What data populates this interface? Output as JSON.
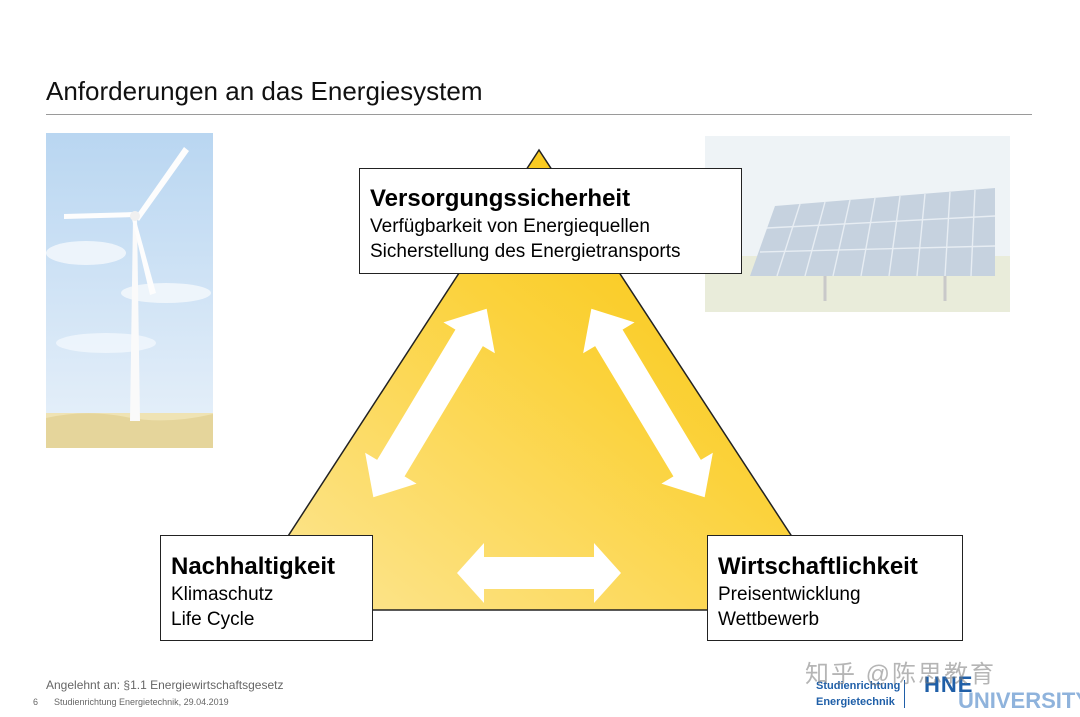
{
  "title": "Anforderungen an das Energiesystem",
  "corners": {
    "top": {
      "heading": "Versorgungssicherheit",
      "lines": [
        "Verfügbarkeit von Energiequellen",
        "Sicherstellung des Energietransports"
      ]
    },
    "left": {
      "heading": "Nachhaltigkeit",
      "lines": [
        "Klimaschutz",
        "Life Cycle"
      ]
    },
    "right": {
      "heading": "Wirtschaftlichkeit",
      "lines": [
        "Preisentwicklung",
        "Wettbewerb"
      ]
    }
  },
  "footer": {
    "source": "Angelehnt an: §1.1 Energiewirtschaftsgesetz",
    "page_number": "6",
    "text": "Studienrichtung Energietechnik, 29.04.2019"
  },
  "logo": {
    "org_line1": "Studienrichtung",
    "org_line2": "Energietechnik",
    "uni_short": "HNE",
    "uni_long": "UNIVERSITY"
  },
  "watermark": "知乎 @陈思教育",
  "colors": {
    "triangle_light": "#fde79a",
    "triangle_dark": "#f7c100",
    "arrow": "#ffffff",
    "logo_blue": "#1f5fa8"
  },
  "icons": {
    "wind_photo": "wind-turbine-icon",
    "solar_photo": "solar-panel-icon"
  }
}
